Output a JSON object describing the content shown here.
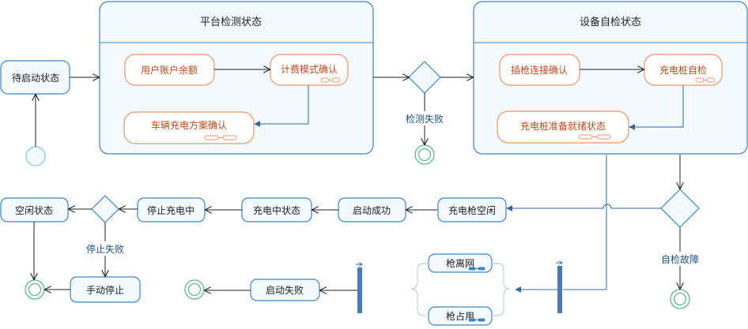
{
  "states": {
    "pending_start": "待启动状态",
    "platform_check": "平台检测状态",
    "user_balance": "用户账户余额",
    "billing_confirm": "计费模式确认",
    "vehicle_plan_confirm": "车辆充电方案确认",
    "device_selfcheck": "设备自检状态",
    "plug_confirm": "插枪连接确认",
    "pile_selfcheck": "充电桩自检",
    "pile_ready": "充电桩准备就绪状态",
    "idle": "空闲状态",
    "stopping": "停止充电中",
    "charging": "充电中状态",
    "start_success": "启动成功",
    "gun_idle": "充电枪空闲",
    "manual_stop": "手动停止",
    "start_failed": "启动失败",
    "gun_away": "枪离网",
    "gun_occupied": "枪占用"
  },
  "guards": {
    "check_failed": "检测失败",
    "selfcheck_fault": "自检故障",
    "stop_failed": "停止失败"
  },
  "colors": {
    "blue_border": "#3c86c4",
    "blue_fill": "#f4f9fd",
    "blue_arrow": "#2f66a4",
    "orange_border": "#e9956a",
    "orange_text": "#b64a1c",
    "fork_bar": "#4a7bb7",
    "final_green": "#5fb88a",
    "initial_green": "#8fd3d8"
  }
}
